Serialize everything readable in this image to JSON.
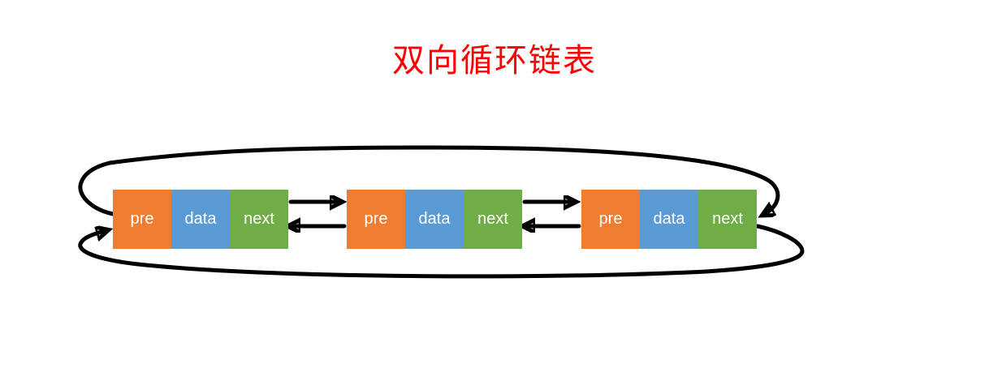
{
  "title": {
    "text": "双向循环链表"
  },
  "colors": {
    "title": "#ff0000",
    "pre_cell": "#ED7D31",
    "data_cell": "#5B9BD5",
    "next_cell": "#70AD47",
    "cell_text": "#ffffff",
    "arrow": "#000000",
    "background": "#ffffff"
  },
  "nodes": [
    {
      "id": "node-1",
      "cells": [
        {
          "label": "pre"
        },
        {
          "label": "data"
        },
        {
          "label": "next"
        }
      ]
    },
    {
      "id": "node-2",
      "cells": [
        {
          "label": "pre"
        },
        {
          "label": "data"
        },
        {
          "label": "next"
        }
      ]
    },
    {
      "id": "node-3",
      "cells": [
        {
          "label": "pre"
        },
        {
          "label": "data"
        },
        {
          "label": "next"
        }
      ]
    }
  ],
  "edges": [
    {
      "name": "node1-next-to-node2",
      "from": "node-1.next",
      "to": "node-2",
      "direction": "right"
    },
    {
      "name": "node2-pre-to-node1",
      "from": "node-2.pre",
      "to": "node-1",
      "direction": "left"
    },
    {
      "name": "node2-next-to-node3",
      "from": "node-2.next",
      "to": "node-3",
      "direction": "right"
    },
    {
      "name": "node3-pre-to-node2",
      "from": "node-3.pre",
      "to": "node-2",
      "direction": "left"
    },
    {
      "name": "head-pre-to-tail-loop",
      "from": "node-1.pre",
      "to": "node-3",
      "path": "top-loop"
    },
    {
      "name": "tail-next-to-head-loop",
      "from": "node-3.next",
      "to": "node-1",
      "path": "bottom-loop"
    }
  ]
}
